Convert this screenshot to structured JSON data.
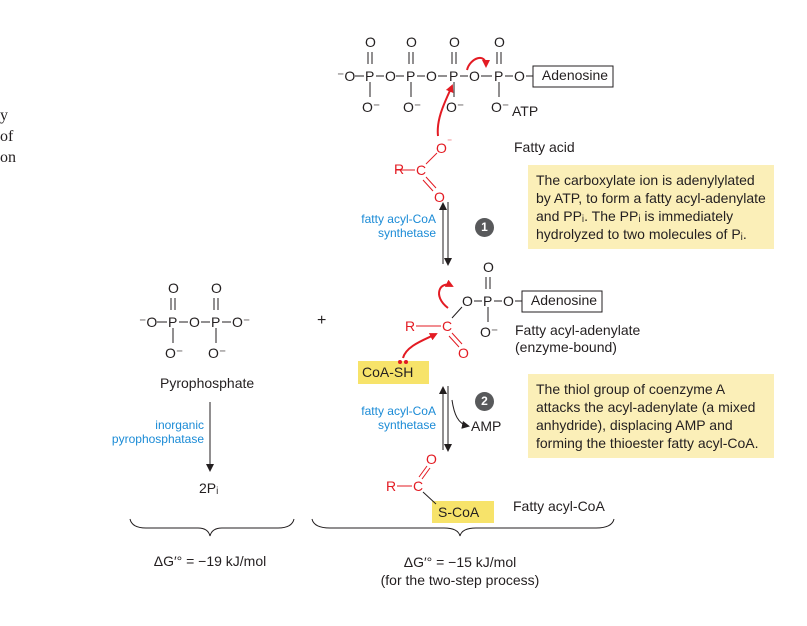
{
  "left_edge_fragments": [
    "y",
    "of",
    "on"
  ],
  "atp": {
    "label": "ATP",
    "adenosine": "Adenosine"
  },
  "fatty_acid": {
    "label": "Fatty acid",
    "r_group": "R"
  },
  "enzyme": {
    "label_line1": "fatty acyl-CoA",
    "label_line2": "synthetase"
  },
  "steps": [
    "1",
    "2"
  ],
  "note1": "The carboxylate ion is adenylylated by ATP, to form a fatty acyl-adenylate and PPᵢ. The PPᵢ is immediately hydrolyzed to two molecules of Pᵢ.",
  "note2": "The thiol group of coenzyme A attacks the acyl-adenylate (a mixed anhydride), displacing AMP and forming the thioester fatty acyl-CoA.",
  "intermediate": {
    "adenosine": "Adenosine",
    "label_line1": "Fatty acyl-adenylate",
    "label_line2": "(enzyme-bound)"
  },
  "plus": "+",
  "coa_sh": "CoA-SH",
  "amp": "AMP",
  "pyrophosphate": {
    "label": "Pyrophosphate"
  },
  "pyrophosphatase": {
    "label_line1": "inorganic",
    "label_line2": "pyrophosphatase"
  },
  "product_2pi": "2Pᵢ",
  "product": {
    "label": "Fatty acyl-CoA",
    "scoa": "S-CoA"
  },
  "delta_left": "ΔG′° = −19 kJ/mol",
  "delta_right_line1": "ΔG′° = −15 kJ/mol",
  "delta_right_line2": "(for the two-step process)",
  "colors": {
    "red": "#e31b23",
    "blue": "#1b8bd6",
    "highlight": "#fbefb8",
    "badge": "#58595b"
  }
}
